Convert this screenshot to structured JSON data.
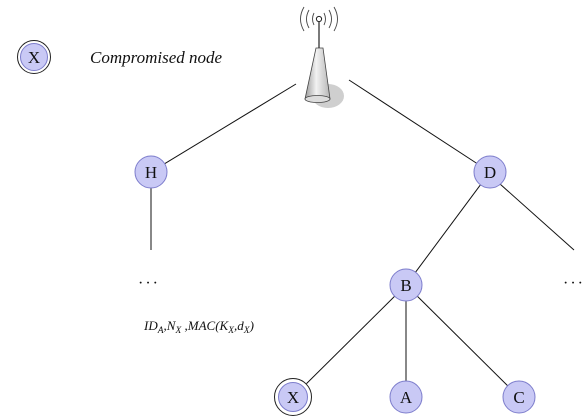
{
  "legend": {
    "node_label": "X",
    "text": "Compromised node"
  },
  "tree": {
    "nodes": [
      {
        "id": "H",
        "label": "H",
        "compromised": false
      },
      {
        "id": "D",
        "label": "D",
        "compromised": false
      },
      {
        "id": "B",
        "label": "B",
        "compromised": false
      },
      {
        "id": "X",
        "label": "X",
        "compromised": true
      },
      {
        "id": "A",
        "label": "A",
        "compromised": false
      },
      {
        "id": "C",
        "label": "C",
        "compromised": false
      }
    ],
    "edges": [
      [
        "base-station",
        "H"
      ],
      [
        "base-station",
        "D"
      ],
      [
        "H",
        "ellipsis-left"
      ],
      [
        "D",
        "B"
      ],
      [
        "D",
        "ellipsis-right"
      ],
      [
        "B",
        "X"
      ],
      [
        "B",
        "A"
      ],
      [
        "B",
        "C"
      ]
    ],
    "ellipsis": "···"
  },
  "message": {
    "parts": [
      {
        "main": "ID",
        "sub": "A"
      },
      {
        "main": ",N",
        "sub": "X"
      },
      {
        "main": " ,MAC(K",
        "sub": "X"
      },
      {
        "main": ",d",
        "sub": "X"
      },
      {
        "main": ")",
        "sub": ""
      }
    ]
  },
  "colors": {
    "node_fill": "#c9c9f5",
    "node_stroke": "#7d7dcc",
    "line": "#111111"
  },
  "icons": {
    "base_station": "antenna-tower-icon"
  }
}
